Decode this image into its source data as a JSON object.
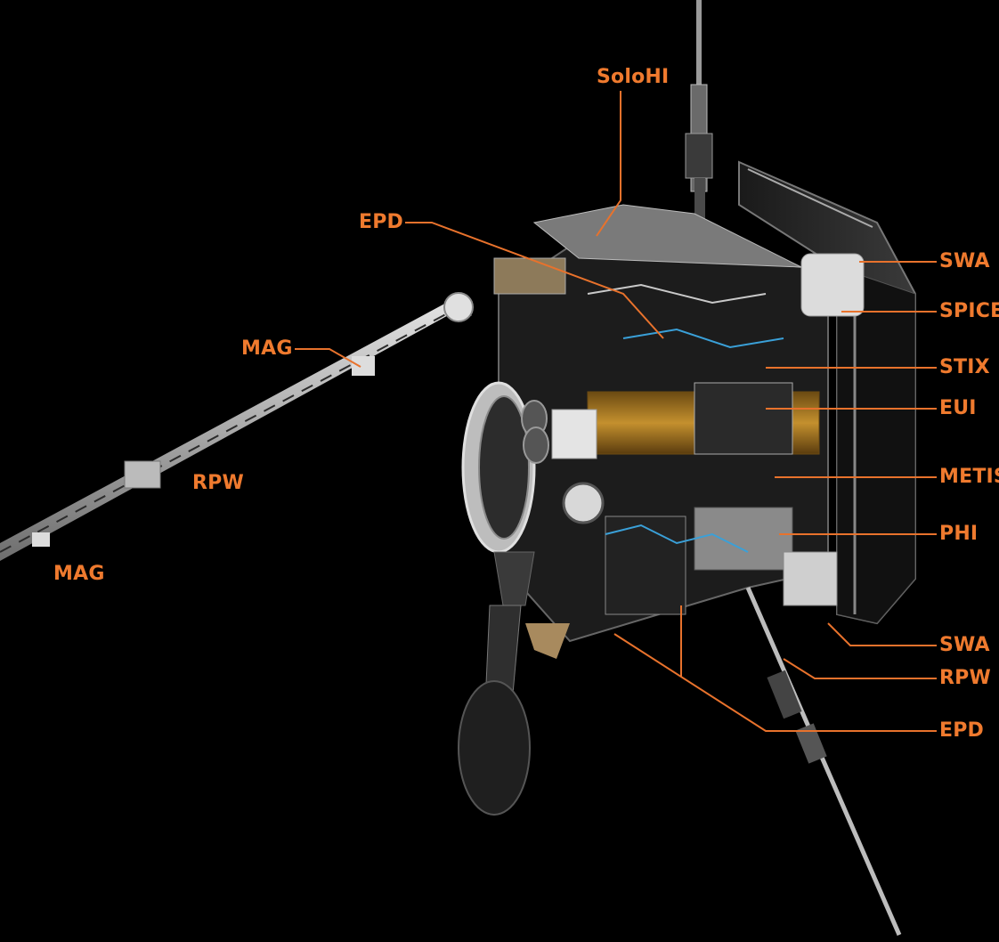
{
  "theme": {
    "background": "#000000",
    "label_color": "#EF7A2E",
    "leader_color": "#E8722C"
  },
  "labels": {
    "soloHI": "SoloHI",
    "epd_top": "EPD",
    "mag_upper": "MAG",
    "rpw_left": "RPW",
    "mag_lower": "MAG",
    "swa_top": "SWA",
    "spice": "SPICE",
    "stix": "STIX",
    "eui": "EUI",
    "metis": "METIS",
    "phi": "PHI",
    "swa_bottom": "SWA",
    "rpw_right": "RPW",
    "epd_bottom": "EPD"
  }
}
